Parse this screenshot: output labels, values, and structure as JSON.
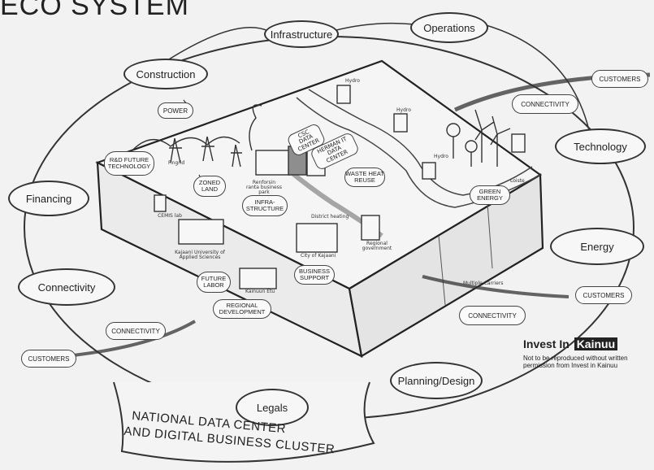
{
  "page_title": "ECO SYSTEM",
  "outer_bubbles": {
    "infrastructure": "Infrastructure",
    "operations": "Operations",
    "construction": "Construction",
    "technology": "Technology",
    "financing": "Financing",
    "energy": "Energy",
    "connectivity": "Connectivity",
    "planning": "Planning/Design",
    "legals": "Legals"
  },
  "clouds": {
    "customers_top": "CUSTOMERS",
    "connectivity_top": "CONNECTIVITY",
    "customers_right": "CUSTOMERS",
    "connectivity_right": "CONNECTIVITY",
    "connectivity_left": "CONNECTIVITY",
    "customers_left": "CUSTOMERS",
    "power": "POWER",
    "rd": "R&D FUTURE TECHNOLOGY",
    "zoned_land": "ZONED LAND",
    "infrastructure": "INFRA-STRUCTURE",
    "future_labor": "FUTURE LABOR",
    "business_support": "BUSINESS SUPPORT",
    "regional_development": "REGIONAL DEVELOPMENT",
    "waste_heat": "WASTE HEAT REUSE",
    "green_energy": "GREEN ENERGY"
  },
  "signs": {
    "csc": "CSC DATA CENTER",
    "herman": "HERMAN IT DATA CENTER"
  },
  "small_labels": {
    "hydro_1": "Hydro",
    "hydro_2": "Hydro",
    "hydro_3": "Hydro",
    "fingrid": "Fingrid",
    "cemis": "CEMIS lab",
    "renforsin": "Renforsin ranta business park",
    "district_heating": "District heating",
    "kajaani_uni": "Kajaani University of Applied Sciences",
    "city": "City of Kajaani",
    "regional_gov": "Regional government",
    "kainuun_etu": "Kainuun Etu",
    "loiste": "Loiste",
    "multiple_carriers": "Multiple Carriers"
  },
  "banner": {
    "line1": "NATIONAL DATA CENTER",
    "line2": "AND DIGITAL BUSINESS CLUSTER"
  },
  "brand": {
    "prefix": "Invest In",
    "highlight": "Kainuu",
    "notice": "Not to be reproduced without written permission from Invest in Kainuu"
  }
}
